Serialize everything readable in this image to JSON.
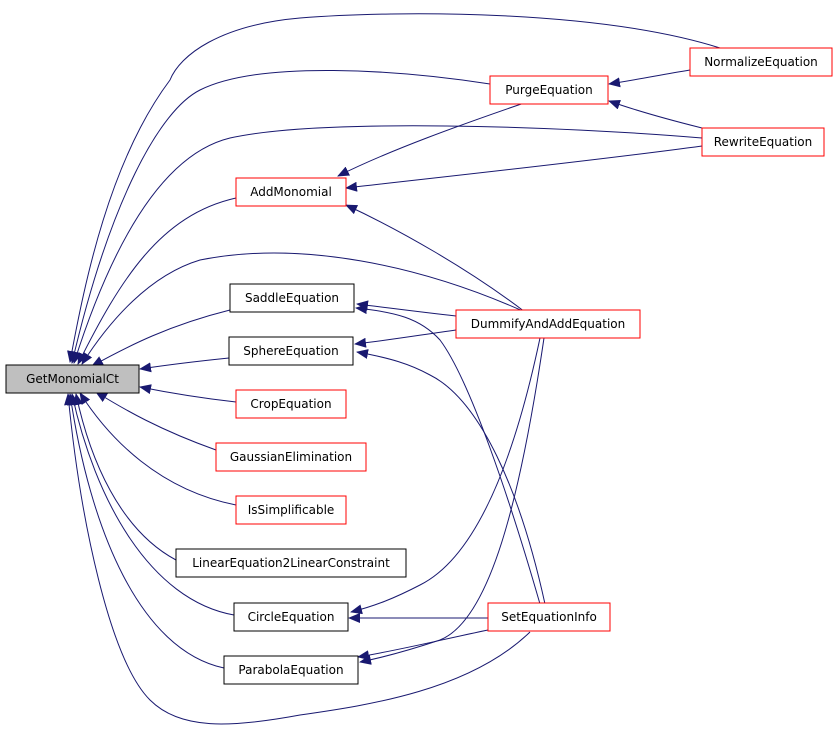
{
  "diagram": {
    "colors": {
      "edge": "#191970",
      "root_fill": "#bfbfbf",
      "border_red": "#ff0000",
      "border_black": "#000000"
    },
    "nodes": {
      "getmonomialct": {
        "label": "GetMonomialCt",
        "border": "black",
        "root": true
      },
      "normalizeequation": {
        "label": "NormalizeEquation",
        "border": "red"
      },
      "purgeequation": {
        "label": "PurgeEquation",
        "border": "red"
      },
      "rewriteequation": {
        "label": "RewriteEquation",
        "border": "red"
      },
      "addmonomial": {
        "label": "AddMonomial",
        "border": "red"
      },
      "saddleequation": {
        "label": "SaddleEquation",
        "border": "black"
      },
      "dummifyandaddequation": {
        "label": "DummifyAndAddEquation",
        "border": "red"
      },
      "sphereequation": {
        "label": "SphereEquation",
        "border": "black"
      },
      "cropequation": {
        "label": "CropEquation",
        "border": "red"
      },
      "gaussianelimination": {
        "label": "GaussianElimination",
        "border": "red"
      },
      "issimplificable": {
        "label": "IsSimplificable",
        "border": "red"
      },
      "linearequation2linearconstraint": {
        "label": "LinearEquation2LinearConstraint",
        "border": "black"
      },
      "circleequation": {
        "label": "CircleEquation",
        "border": "black"
      },
      "setequationinfo": {
        "label": "SetEquationInfo",
        "border": "red"
      },
      "parabolaequation": {
        "label": "ParabolaEquation",
        "border": "black"
      }
    }
  }
}
